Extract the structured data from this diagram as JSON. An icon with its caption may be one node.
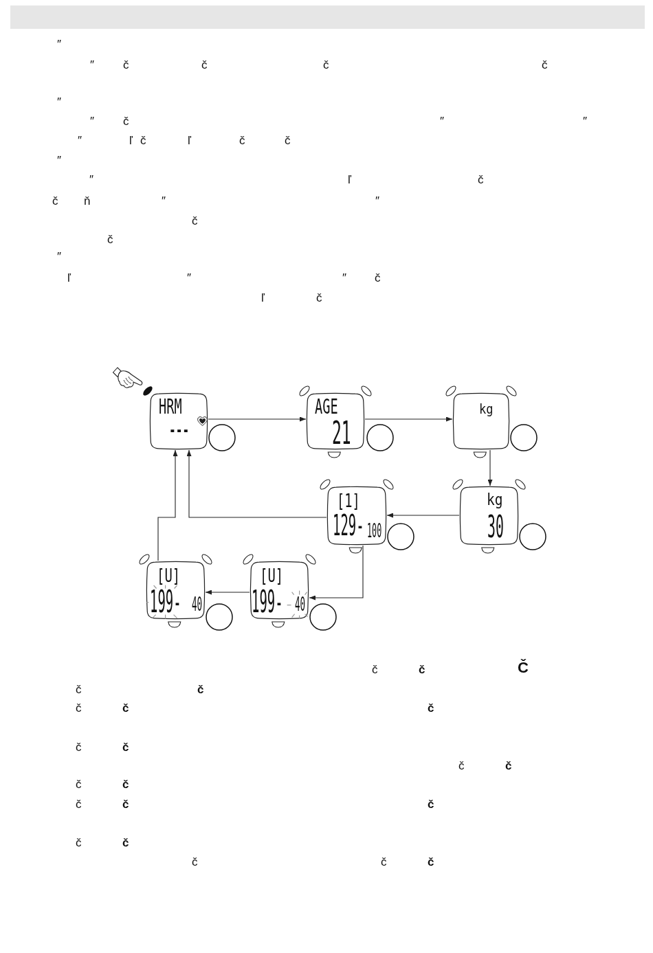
{
  "diagram": {
    "nodes": [
      {
        "text": [
          "HRM",
          "---"
        ]
      },
      {
        "text": [
          "AGE",
          "21"
        ]
      },
      {
        "text": [
          "kg"
        ]
      },
      {
        "text": [
          "[1]",
          "129-",
          "100"
        ]
      },
      {
        "text": [
          "kg",
          "30"
        ]
      },
      {
        "text": [
          "[U]",
          "199-",
          "40"
        ]
      },
      {
        "text": [
          "[U]",
          "199-",
          "40"
        ]
      }
    ],
    "edges": [
      {
        "from": 0,
        "to": 1,
        "arrow": "to"
      },
      {
        "from": 1,
        "to": 2,
        "arrow": "to"
      },
      {
        "from": 2,
        "to": 4,
        "arrow": "to"
      },
      {
        "from": 4,
        "to": 3,
        "arrow": "to"
      },
      {
        "from": 3,
        "to": 0,
        "arrow": "to"
      },
      {
        "from": 5,
        "to": 0,
        "arrow": "to"
      },
      {
        "from": 3,
        "to": 6,
        "arrow": "to"
      },
      {
        "from": 6,
        "to": 5,
        "arrow": "to"
      }
    ],
    "labels": [
      "″",
      "″",
      "č",
      "č",
      "č",
      "č",
      "″",
      "″",
      "č",
      "″",
      "″",
      "″",
      "ľ",
      "č",
      "ľ",
      "č",
      "č",
      "″",
      "″",
      "ľ",
      "č",
      "č",
      "ň",
      "″",
      "″",
      "č",
      "č",
      "″",
      "ľ",
      "″",
      "″",
      "č",
      "ľ",
      "č",
      "č",
      "č",
      "Č",
      "č",
      "č",
      "č",
      "č",
      "č",
      "č",
      "č",
      "č",
      "č",
      "č",
      "č",
      "č",
      "č",
      "č",
      "č",
      "č",
      "č",
      "č",
      "č"
    ]
  }
}
